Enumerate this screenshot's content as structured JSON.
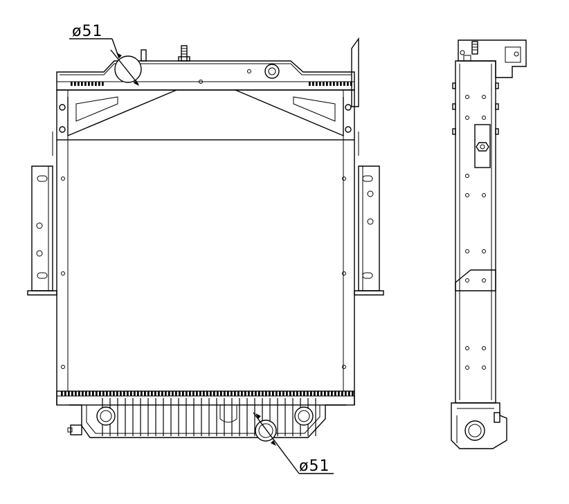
{
  "dimensions": {
    "top_inlet": "ø51",
    "bottom_outlet": "ø51"
  },
  "views": [
    "front-view",
    "side-view"
  ],
  "colors": {
    "line": "#000000",
    "background": "#ffffff"
  }
}
